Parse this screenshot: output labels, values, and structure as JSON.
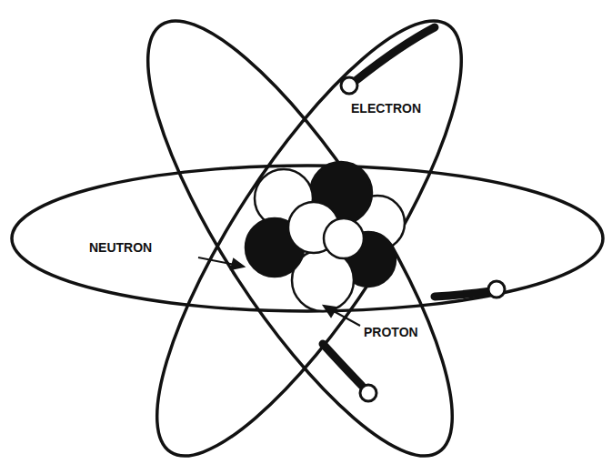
{
  "diagram": {
    "labels": [
      "ELECTRON",
      "NEUTRON",
      "PROTON"
    ]
  }
}
